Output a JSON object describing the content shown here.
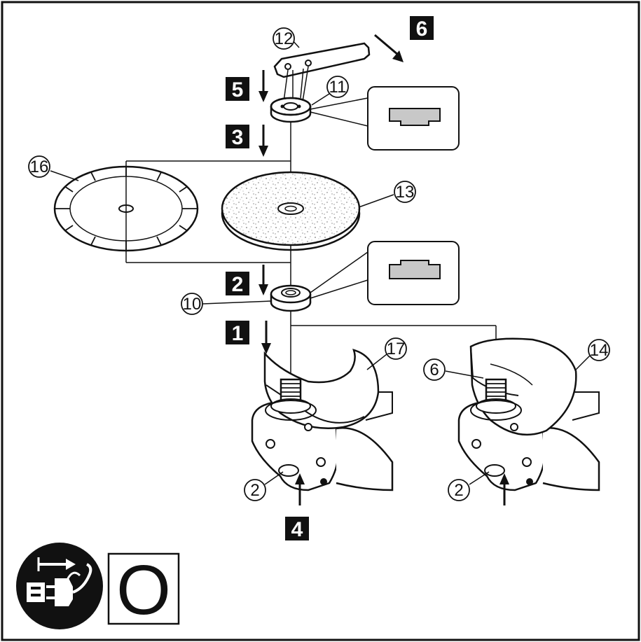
{
  "callouts": {
    "c2a": "2",
    "c2b": "2",
    "c6": "6",
    "c10": "10",
    "c11": "11",
    "c12": "12",
    "c13": "13",
    "c14": "14",
    "c16": "16",
    "c17": "17"
  },
  "steps": {
    "s1": "1",
    "s2": "2",
    "s3": "3",
    "s4": "4",
    "s5": "5",
    "s6": "6"
  },
  "status_box": {
    "label": "O"
  },
  "icons": {
    "unplug": "unplug-power-icon"
  },
  "colors": {
    "line": "#111111",
    "step_bg": "#111111",
    "flange_fill": "#bdbdbd"
  }
}
